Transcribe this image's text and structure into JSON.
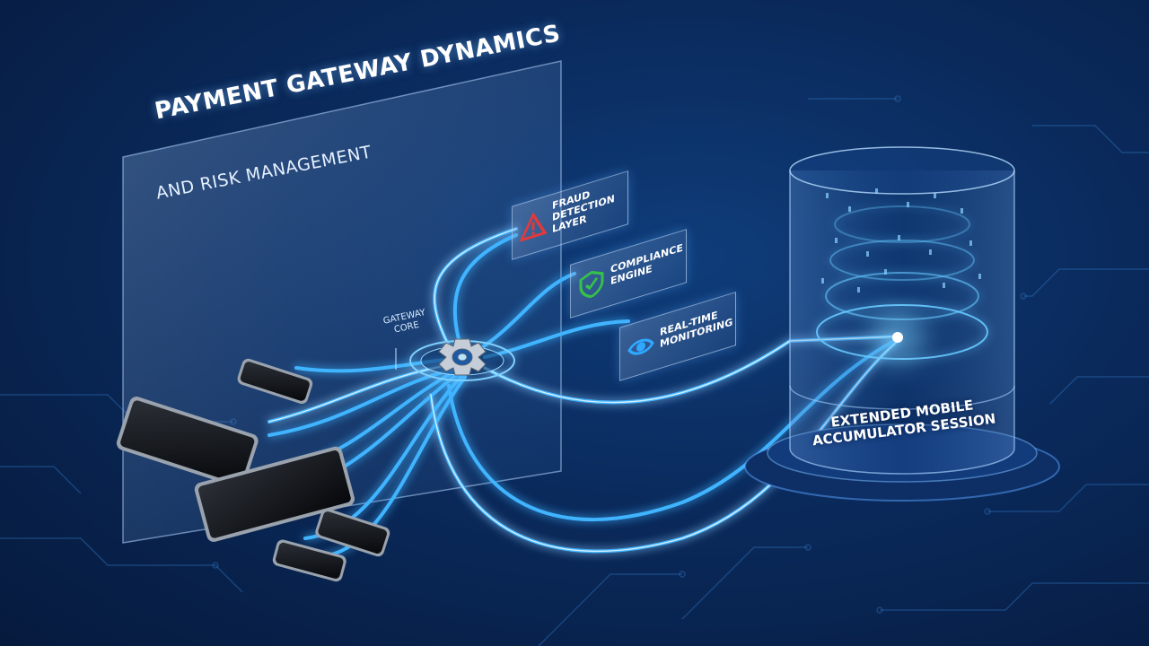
{
  "title": {
    "line1": "PAYMENT GATEWAY DYNAMICS",
    "line2": "AND RISK MANAGEMENT"
  },
  "gateway": {
    "label": "GATEWAY\nCORE",
    "icon": "gear-icon"
  },
  "layers": [
    {
      "label": "FRAUD\nDETECTION\nLAYER",
      "icon": "warning-icon",
      "color": "#e23a3a"
    },
    {
      "label": "COMPLIANCE\nENGINE",
      "icon": "shield-check-icon",
      "color": "#36c24a"
    },
    {
      "label": "REAL-TIME\nMONITORING",
      "icon": "eye-icon",
      "color": "#2fa8ff"
    }
  ],
  "session": {
    "label": "EXTENDED MOBILE\nACCUMULATOR SESSION"
  },
  "colors": {
    "background": "#0a2a5c",
    "glow": "#3fb4ff",
    "panel": "#7fa6d6"
  },
  "devices": [
    "tablet",
    "tablet",
    "phone",
    "phone",
    "phone"
  ]
}
